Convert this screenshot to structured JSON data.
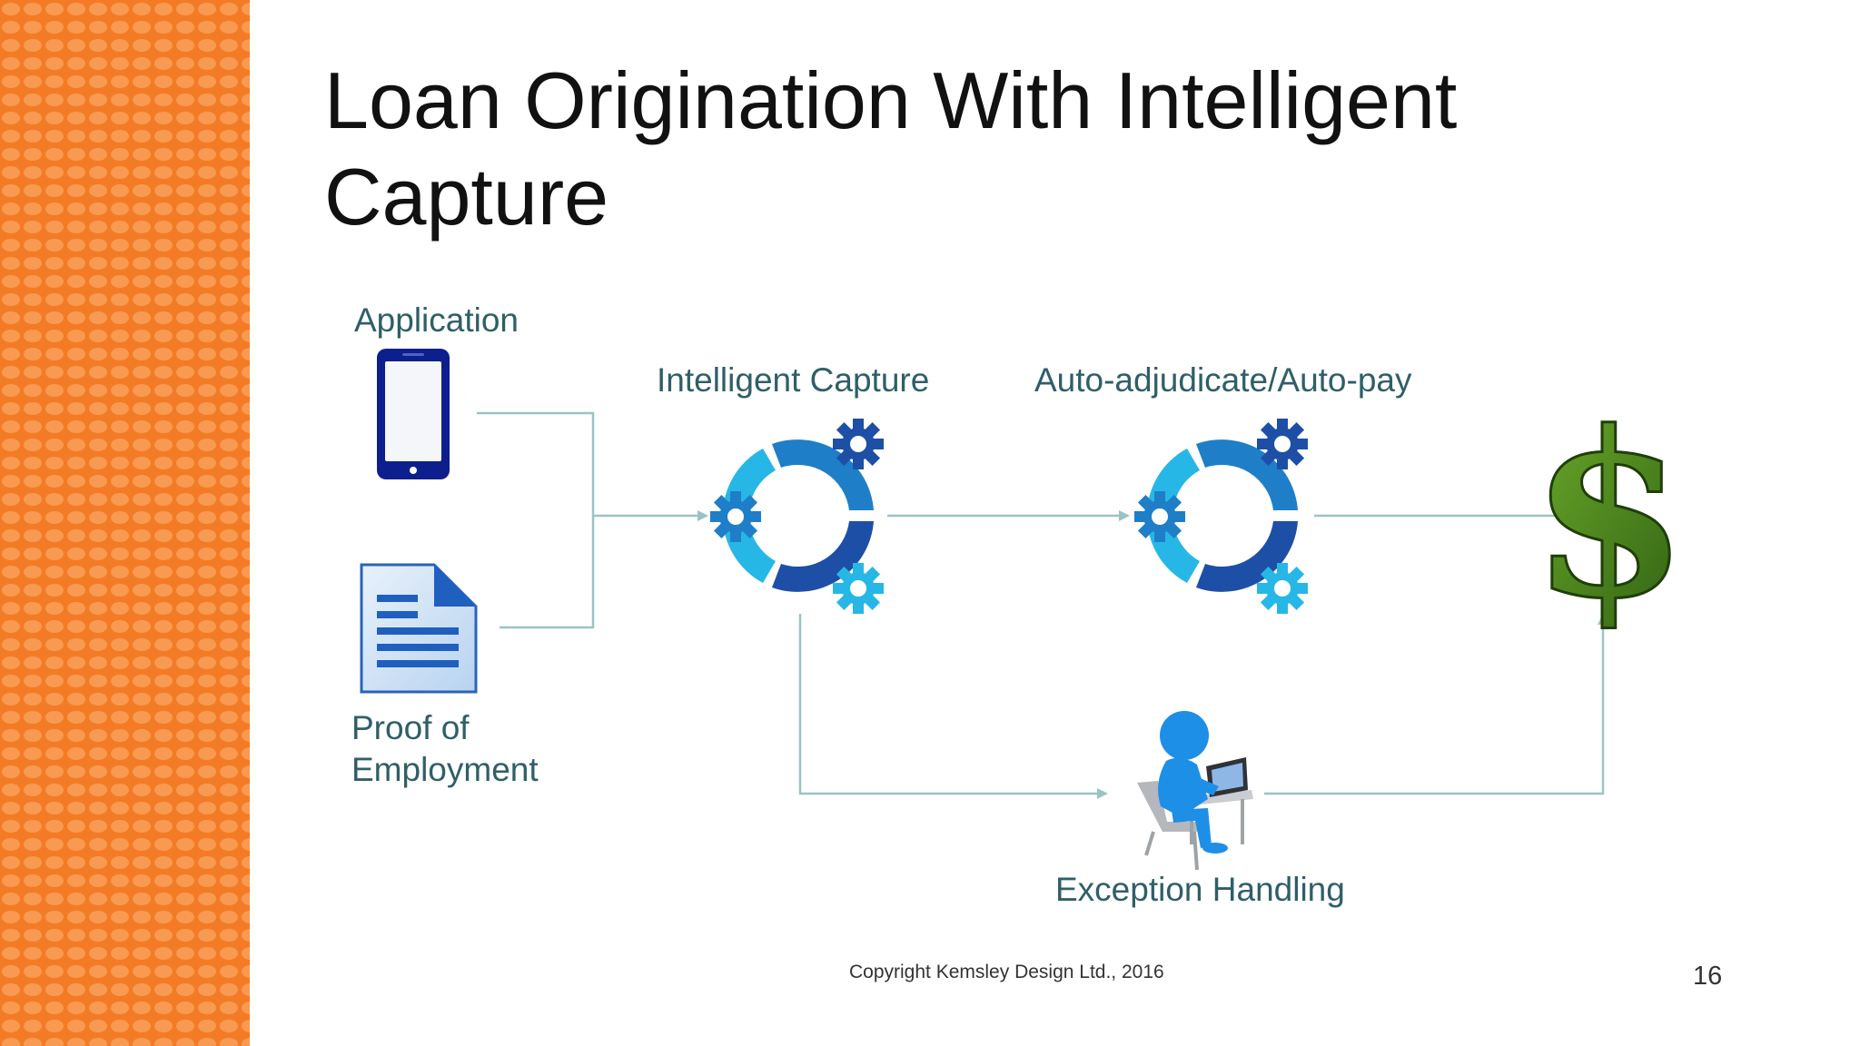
{
  "slide": {
    "title": "Loan Origination With Intelligent Capture",
    "copyright": "Copyright Kemsley Design Ltd., 2016",
    "page_number": "16"
  },
  "nodes": {
    "application": "Application",
    "proof_of_employment": "Proof of Employment",
    "intelligent_capture": "Intelligent Capture",
    "auto_adjudicate": "Auto-adjudicate/Auto-pay",
    "exception_handling": "Exception Handling"
  },
  "icons": {
    "application": "mobile-phone-icon",
    "proof_of_employment": "document-icon",
    "intelligent_capture": "gears-cycle-icon",
    "auto_adjudicate": "gears-cycle-icon",
    "payout": "dollar-sign-icon",
    "exception_handling": "person-at-laptop-icon"
  },
  "colors": {
    "sidebar": "#f47b25",
    "connector": "#9bc3c6",
    "label": "#2f5f68",
    "gear_dark": "#1e4fa6",
    "gear_mid": "#1f7ec8",
    "gear_light": "#27b7e6",
    "dollar": "#3f7a1a"
  }
}
